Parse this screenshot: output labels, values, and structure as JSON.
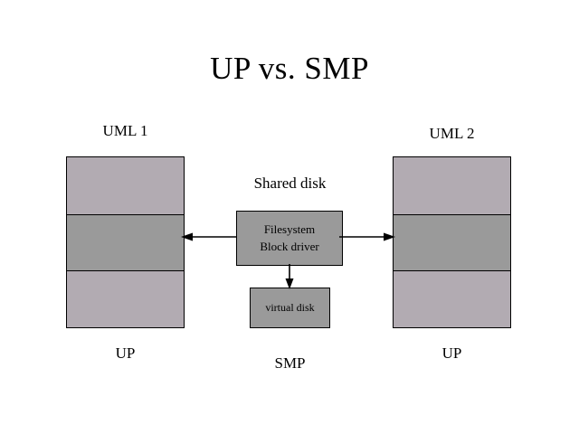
{
  "slide": {
    "title": "UP vs. SMP",
    "background_color": "#ffffff"
  },
  "colors": {
    "segment_light": "#b2abb2",
    "segment_dark": "#9a9a9a",
    "box_fill": "#9a9a9a",
    "outline": "#000000",
    "text": "#000000"
  },
  "left_machine": {
    "label": "UML 1",
    "footer_label": "UP",
    "segments": [
      "light",
      "dark",
      "light"
    ]
  },
  "right_machine": {
    "label": "UML 2",
    "footer_label": "UP",
    "segments": [
      "light",
      "dark",
      "light"
    ]
  },
  "center": {
    "heading": "Shared disk",
    "footer_label": "SMP",
    "driver_box": {
      "line1": "Filesystem",
      "line2": "Block driver"
    },
    "disk_box": {
      "label": "virtual disk"
    }
  },
  "connectors": [
    {
      "name": "driver-to-uml1",
      "direction": "left"
    },
    {
      "name": "driver-to-uml2",
      "direction": "right"
    },
    {
      "name": "driver-to-virtual-disk",
      "direction": "down"
    }
  ]
}
